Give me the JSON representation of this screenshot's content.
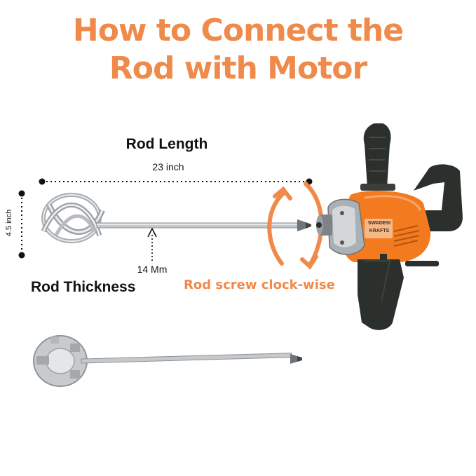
{
  "title": {
    "line1": "How to Connect the",
    "line2": "Rod with Motor"
  },
  "labels": {
    "rod_length": "Rod Length",
    "rod_length_value": "23 inch",
    "diameter_value": "4.5 inch",
    "thickness_value": "14 Mm",
    "rod_thickness": "Rod Thickness",
    "screw_direction": "Rod screw clock-wise"
  },
  "motor": {
    "brand_line1": "SWADESI",
    "brand_line2": "KRAFTS"
  },
  "colors": {
    "accent": "#f08a4b",
    "motor_body": "#f47a20",
    "grip": "#2b302d",
    "steel": "#c9cdd0"
  }
}
